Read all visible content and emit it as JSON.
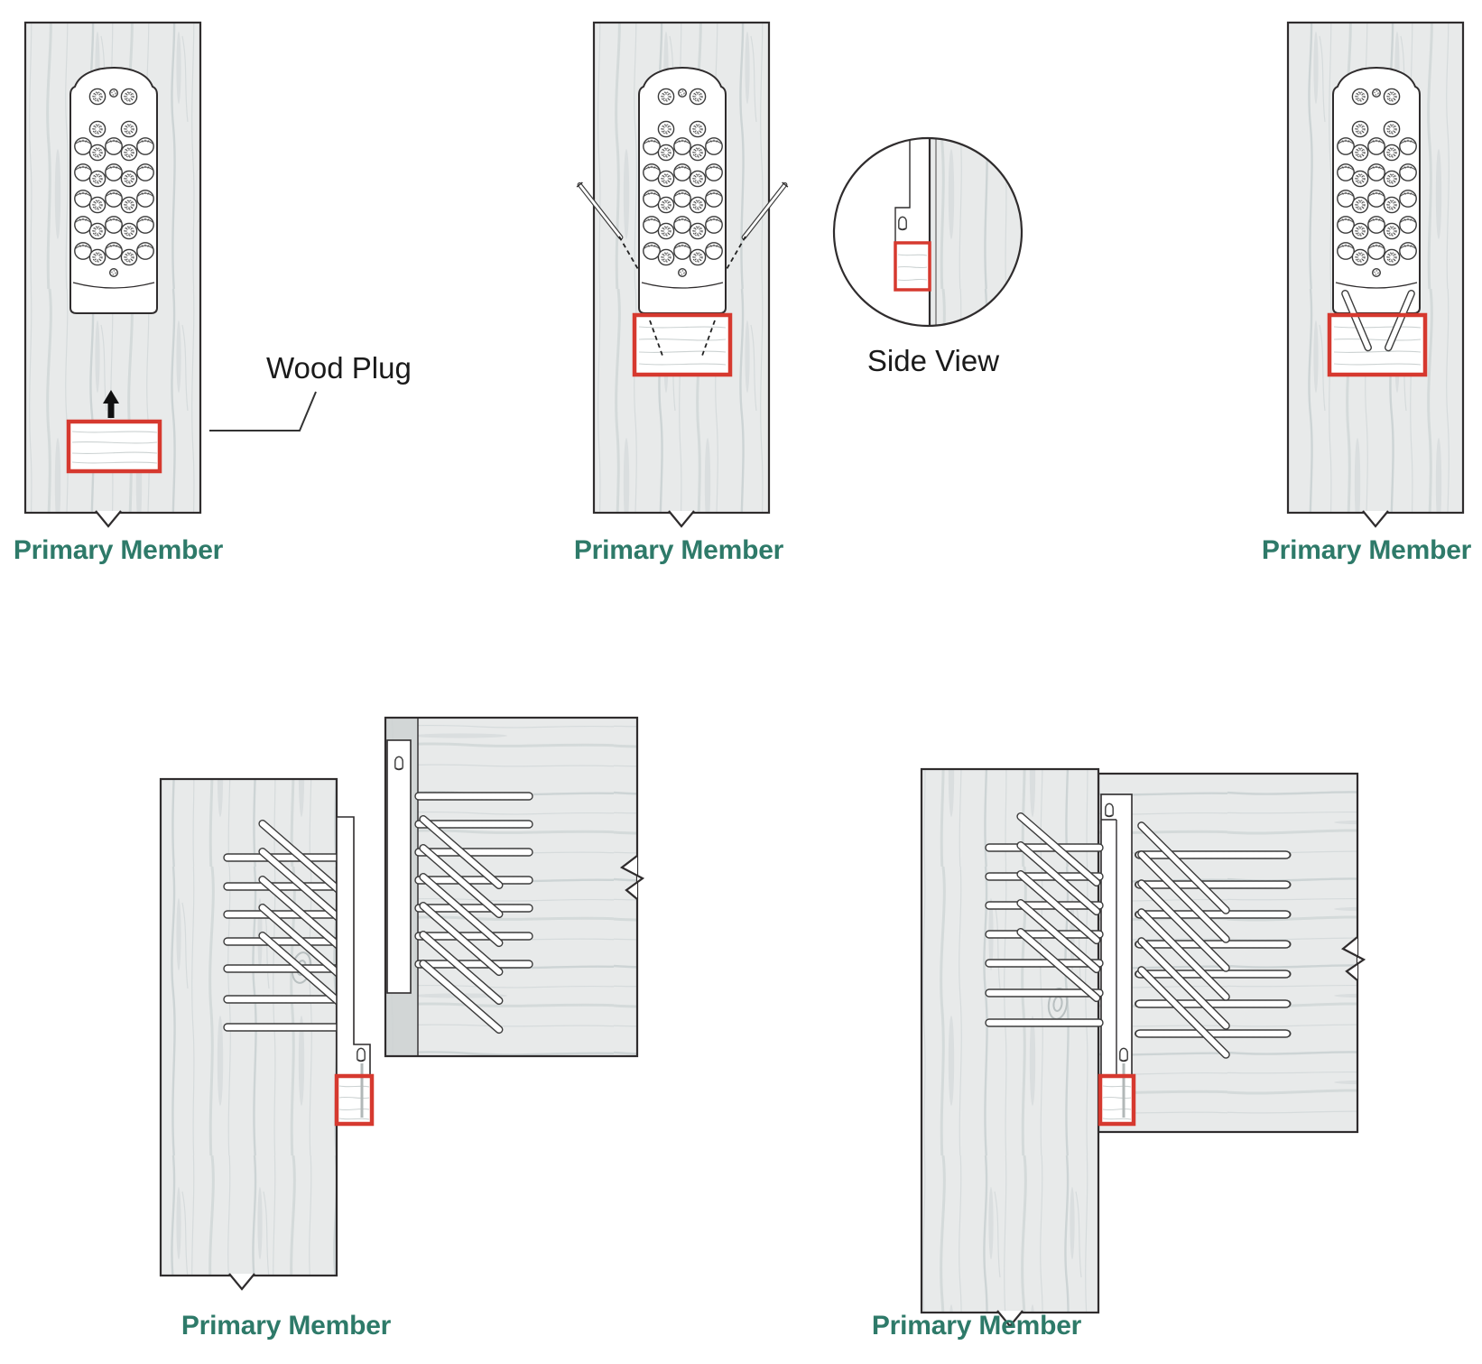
{
  "figure": {
    "colors": {
      "wood_fill": "#e8eaea",
      "wood_grain": "#c7cecf",
      "wood_end_grain": "#d2d6d6",
      "outline": "#2f2c2d",
      "highlight_red": "#d6392f",
      "label_teal": "#2e7a69",
      "callout_black": "#1a1a1a"
    },
    "panels": [
      {
        "id": "plug-removed",
        "member_label": "Primary Member",
        "callout": {
          "text": "Wood Plug"
        }
      },
      {
        "id": "screws-installing",
        "member_label": "Primary Member"
      },
      {
        "id": "side-view-detail",
        "caption": "Side View"
      },
      {
        "id": "screws-installed",
        "member_label": "Primary Member"
      },
      {
        "id": "members-separated",
        "member_label": "Primary Member"
      },
      {
        "id": "members-joined",
        "member_label": "Primary Member"
      }
    ],
    "icons": [
      {
        "name": "up-arrow-icon",
        "meaning": "wood plug insertion direction"
      },
      {
        "name": "break-symbol-icon",
        "meaning": "member continues beyond drawing"
      },
      {
        "name": "screw-head-icon",
        "meaning": "connector screw head (side view)"
      },
      {
        "name": "connector-plate",
        "meaning": "concealed connector plate with fastener holes"
      },
      {
        "name": "wood-plug",
        "meaning": "wood plug highlighted in red"
      }
    ]
  }
}
